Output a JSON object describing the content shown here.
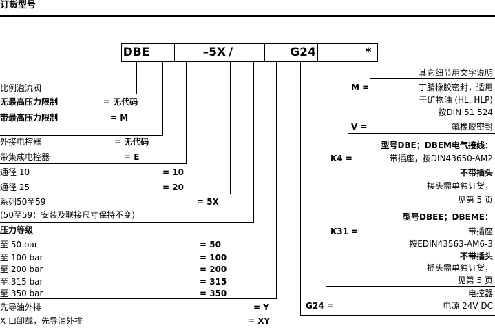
{
  "title": "订货型号",
  "code_boxes": [
    "DBE",
    "",
    "",
    "–5X",
    "/",
    "",
    "G24",
    "",
    "",
    "*"
  ],
  "left": {
    "r1": "比例溢流阀",
    "r2": {
      "label": "无最高压力限制",
      "code": "= 无代码"
    },
    "r3": {
      "label": "带最高压力限制",
      "code": "= M"
    },
    "r4": {
      "label": "外接电控器",
      "code": "= 无代码"
    },
    "r5": {
      "label": "带集成电控器",
      "code": "= E"
    },
    "r6": {
      "label": "通径 10",
      "code": "= 10"
    },
    "r7": {
      "label": "通径 25",
      "code": "= 20"
    },
    "r8": {
      "label": "系列50至59",
      "code": "= 5X"
    },
    "r9": "(50至59：安装及联接尺寸保持不变)",
    "r10": "压力等级",
    "p1": {
      "label": "至 50 bar",
      "code": "= 50"
    },
    "p2": {
      "label": "至 100 bar",
      "code": "= 100"
    },
    "p3": {
      "label": "至 200 bar",
      "code": "= 200"
    },
    "p4": {
      "label": "至 315 bar",
      "code": "= 315"
    },
    "p5": {
      "label": "至 350 bar",
      "code": "= 350"
    },
    "r16": {
      "label": "先导油外排",
      "code": "= Y"
    },
    "r17": {
      "label": "X 口卸载，先导油外排",
      "code": "= XY"
    }
  },
  "right": {
    "other": "其它细节用文字说明",
    "m_code": "M =",
    "m1": "丁腈橡胶密封，适用",
    "m2": "于矿物油 (HL, HLP)",
    "m3": "按DIN 51 524",
    "v_code": "V =",
    "v1": "氟橡胶密封",
    "k4_head": "型号DBE；DBEM电气接线：",
    "k4_code": "K4 =",
    "k4_1": "带插座，按DIN43650-AM2",
    "k4_2": "不带插头",
    "k4_3": "接头需单独订货，",
    "k4_4": "见第 5 页",
    "k31_head": "型号DBEE；DBEME：",
    "k31_code": "K31 =",
    "k31_1": "带插座",
    "k31_2": "按EDIN43563-AM6-3",
    "k31_3": "不带插头",
    "k31_4": "插头需单独订货，",
    "k31_5": "见第 5 页",
    "g24_1": "电控器",
    "g24_code": "G24 =",
    "g24_2": "电源 24V DC"
  }
}
